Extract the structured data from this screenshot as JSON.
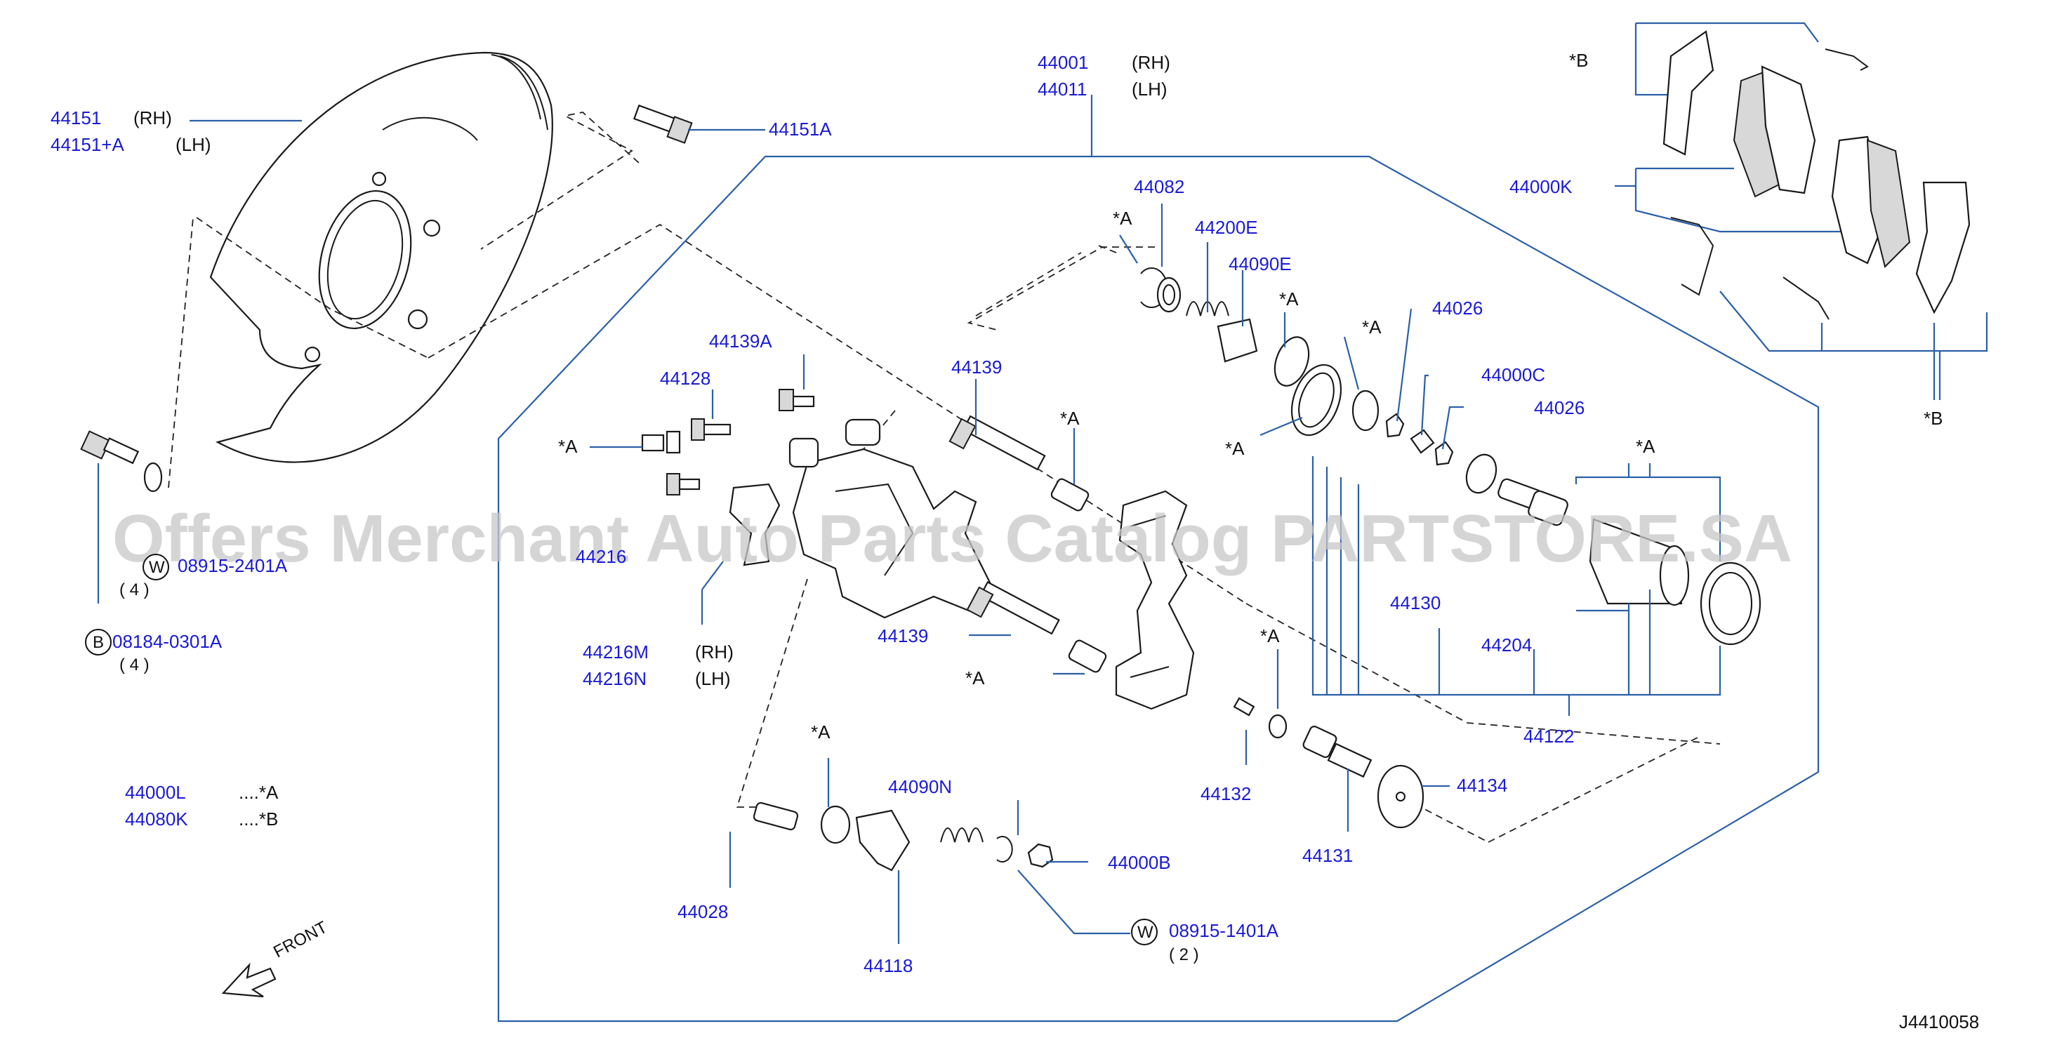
{
  "diagram_id": "J4410058",
  "watermark": "Offers Merchant Auto Parts Catalog PARTSTORE.SA",
  "front_label": "FRONT",
  "colors": {
    "part_number": "#1a1ad6",
    "leader": "#2b5fa8",
    "text": "#111111"
  },
  "callouts": {
    "p44151": "44151",
    "p44151_rh": "(RH)",
    "p44151A_lh_num": "44151+A",
    "p44151A_lh": "(LH)",
    "p44151A": "44151A",
    "p44001": "44001",
    "p44001_rh": "(RH)",
    "p44011": "44011",
    "p44011_lh": "(LH)",
    "p44082": "44082",
    "p44200E": "44200E",
    "p44090E": "44090E",
    "p44026a": "44026",
    "p44000C": "44000C",
    "p44026b": "44026",
    "p44139A": "44139A",
    "p44128": "44128",
    "p44139a": "44139",
    "p44139b": "44139",
    "p44216": "44216",
    "p44216M": "44216M",
    "p44216M_rh": "(RH)",
    "p44216N": "44216N",
    "p44216N_lh": "(LH)",
    "p44130": "44130",
    "p44204": "44204",
    "p44122": "44122",
    "p44132": "44132",
    "p44131": "44131",
    "p44134": "44134",
    "p44090N": "44090N",
    "p44000B": "44000B",
    "p44028": "44028",
    "p44118": "44118",
    "p44000K": "44000K",
    "w1_num": "08915-2401A",
    "w1_qty": "( 4 )",
    "b1_num": "08184-0301A",
    "b1_qty": "( 4 )",
    "w2_num": "08915-1401A",
    "w2_qty": "( 2 )",
    "kit_L": "44000L",
    "kit_L_ref": "....*A",
    "kit_K": "44080K",
    "kit_K_ref": "....*B"
  },
  "markers": {
    "star_a": "*A",
    "star_b": "*B",
    "w": "W",
    "b": "B"
  }
}
